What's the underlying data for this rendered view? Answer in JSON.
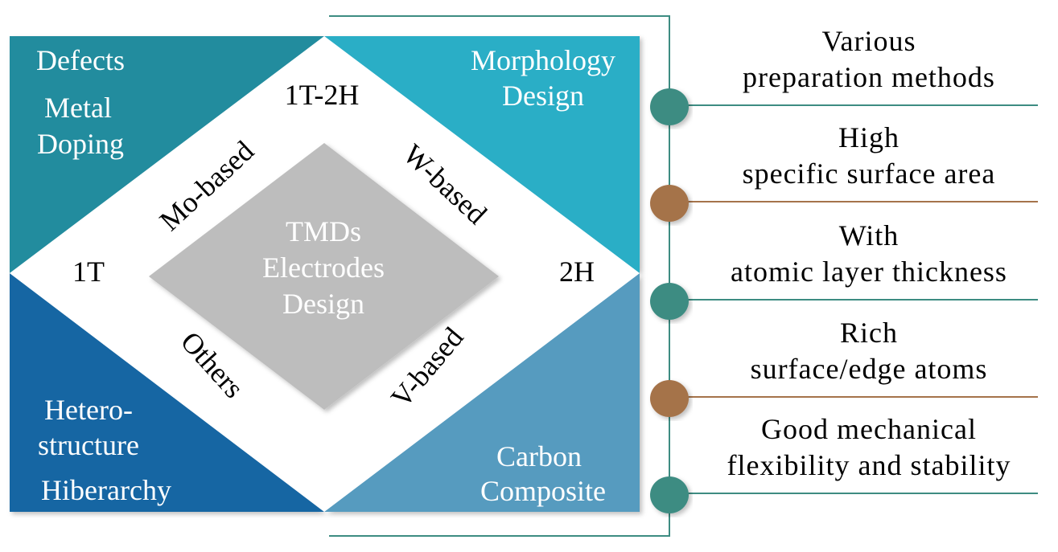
{
  "colors": {
    "top_left": "#218c9e",
    "top_right": "#29aec6",
    "bottom_left": "#1566a3",
    "bottom_right": "#579bbf",
    "center": "#bdbdbd",
    "teal": "#3d8c82",
    "brown": "#a5734a"
  },
  "quadrants": {
    "top_left": [
      "Defects",
      "Metal",
      "Doping"
    ],
    "top_right": [
      "Morphology",
      "Design"
    ],
    "bottom_left": [
      "Hetero-",
      "structure",
      "Hiberarchy"
    ],
    "bottom_right": [
      "Carbon",
      "Composite"
    ]
  },
  "phases": {
    "top": "1T-2H",
    "left": "1T",
    "right": "2H"
  },
  "types": {
    "mo": "Mo-based",
    "w": "W-based",
    "v": "V-based",
    "others": "Others"
  },
  "center": [
    "TMDs",
    "Electrodes",
    "Design"
  ],
  "features": [
    {
      "line1": "Various",
      "line2": "preparation methods",
      "color": "teal"
    },
    {
      "line1": "High",
      "line2": "specific surface area",
      "color": "brown"
    },
    {
      "line1": "With",
      "line2": "atomic layer thickness",
      "color": "teal"
    },
    {
      "line1": "Rich",
      "line2": "surface/edge atoms",
      "color": "brown"
    },
    {
      "line1": "Good mechanical",
      "line2": "flexibility and stability",
      "color": "teal"
    }
  ]
}
